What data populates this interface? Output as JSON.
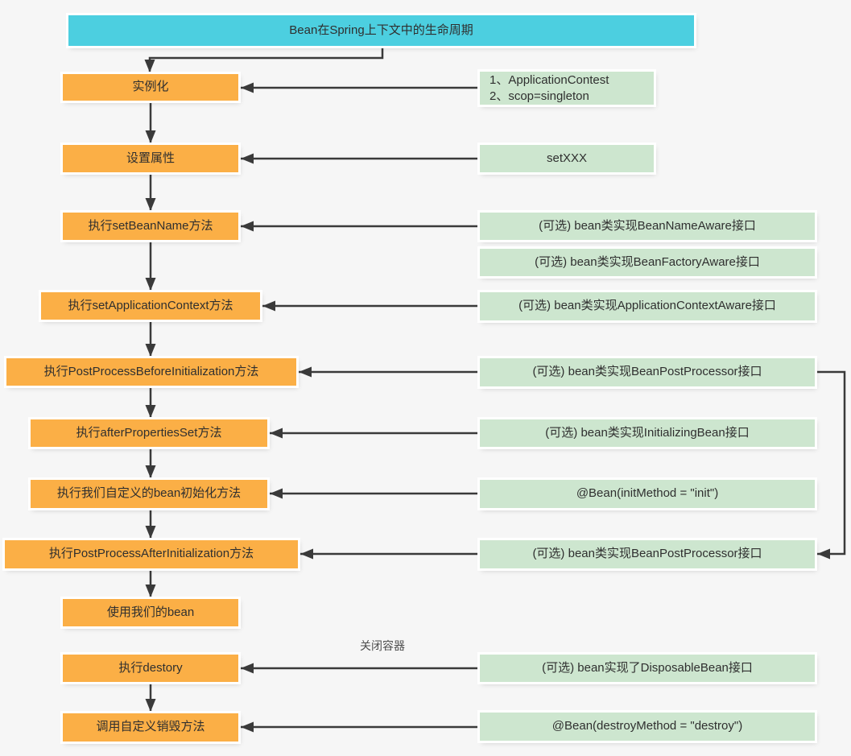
{
  "title": "Bean在Spring上下文中的生命周期",
  "colors": {
    "title_bg": "#4ccfe0",
    "step_bg": "#fbaf46",
    "note_bg": "#cde6cf",
    "arrow": "#3a3a3a",
    "background": "#f6f6f6"
  },
  "steps": [
    {
      "label": "实例化"
    },
    {
      "label": "设置属性"
    },
    {
      "label": "执行setBeanName方法"
    },
    {
      "label": "执行setApplicationContext方法"
    },
    {
      "label": "执行PostProcessBeforeInitialization方法"
    },
    {
      "label": "执行afterPropertiesSet方法"
    },
    {
      "label": "执行我们自定义的bean初始化方法"
    },
    {
      "label": "执行PostProcessAfterInitialization方法"
    },
    {
      "label": "使用我们的bean"
    },
    {
      "label": "执行destory"
    },
    {
      "label": "调用自定义销毁方法"
    }
  ],
  "notes": [
    {
      "lines": [
        "1、ApplicationContest",
        "2、scop=singleton"
      ]
    },
    {
      "label": "setXXX"
    },
    {
      "label": "(可选) bean类实现BeanNameAware接口"
    },
    {
      "label": "(可选) bean类实现BeanFactoryAware接口"
    },
    {
      "label": "(可选) bean类实现ApplicationContextAware接口"
    },
    {
      "label": "(可选) bean类实现BeanPostProcessor接口"
    },
    {
      "label": "(可选) bean类实现InitializingBean接口"
    },
    {
      "label": "@Bean(initMethod = \"init\")"
    },
    {
      "label": "(可选) bean类实现BeanPostProcessor接口"
    },
    {
      "label": "(可选) bean实现了DisposableBean接口"
    },
    {
      "label": "@Bean(destroyMethod = \"destroy\")"
    }
  ],
  "annotations": {
    "close_container": "关闭容器"
  }
}
